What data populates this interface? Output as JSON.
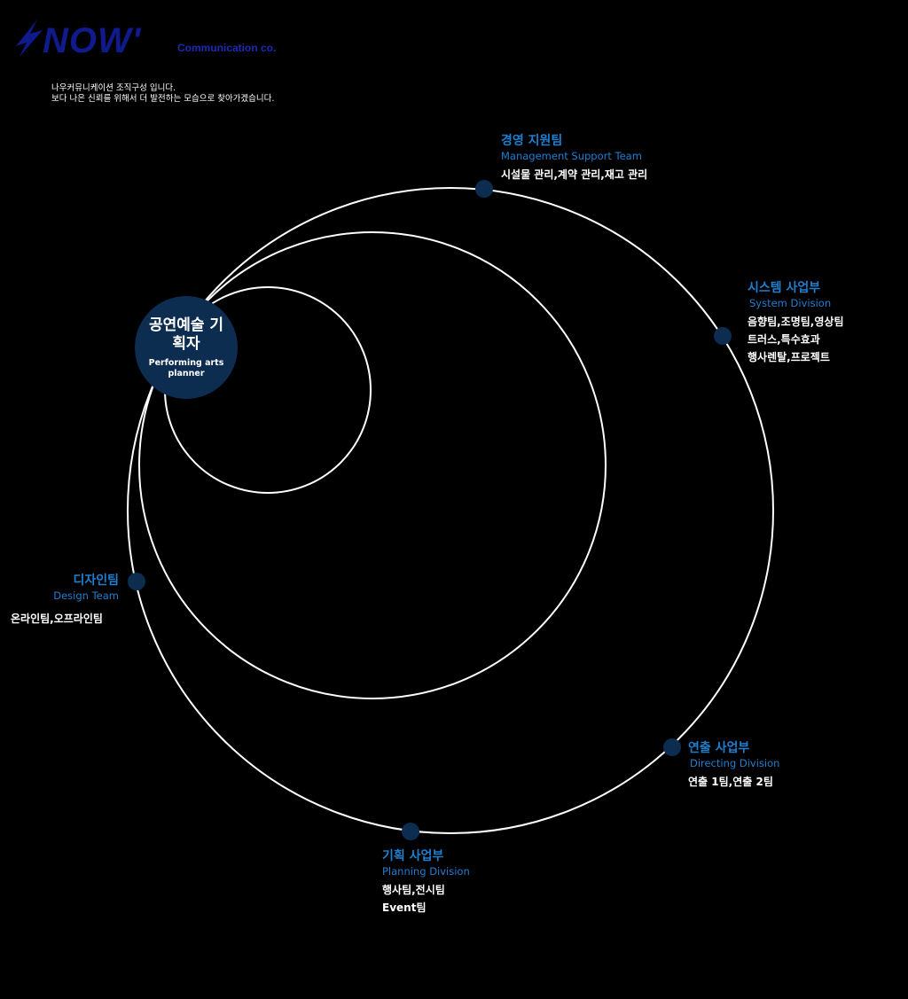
{
  "logo": {
    "brand": "NOW'",
    "sub": "Communication co."
  },
  "intro": {
    "line1": "나우커뮤니케이션 조직구성 입니다.",
    "line2": "보다 나은 신뢰를 위해서 더 발전하는 모습으로 찾아가겠습니다."
  },
  "center": {
    "title_ko": "공연예술 기획자",
    "title_en": "Performing arts planner"
  },
  "divisions": {
    "management": {
      "ko": "경영 지원팀",
      "en": "Management Support Team",
      "desc": [
        "시설물 관리,계약 관리,재고 관리"
      ]
    },
    "system": {
      "ko": "시스템 사업부",
      "en": "System Division",
      "desc": [
        "음향팀,조명팀,영상팀",
        "트러스,특수효과",
        "행사렌탈,프로젝트"
      ]
    },
    "design": {
      "ko": "디자인팀",
      "en": "Design Team",
      "desc": [
        "온라인팀,오프라인팀"
      ]
    },
    "directing": {
      "ko": "연출 사업부",
      "en": "Directing Division",
      "desc": [
        "연출 1팀,연출 2팀"
      ]
    },
    "planning": {
      "ko": "기획 사업부",
      "en": "Planning Division",
      "desc": [
        "행사팀,전시팀",
        "Event팀"
      ]
    }
  },
  "colors": {
    "background": "#000000",
    "node": "#0c2d50",
    "accent_text": "#1f7fcf",
    "logo": "#0f1a8c",
    "ring": "#ffffff"
  },
  "icons": [
    "lightning-bolt-icon"
  ]
}
